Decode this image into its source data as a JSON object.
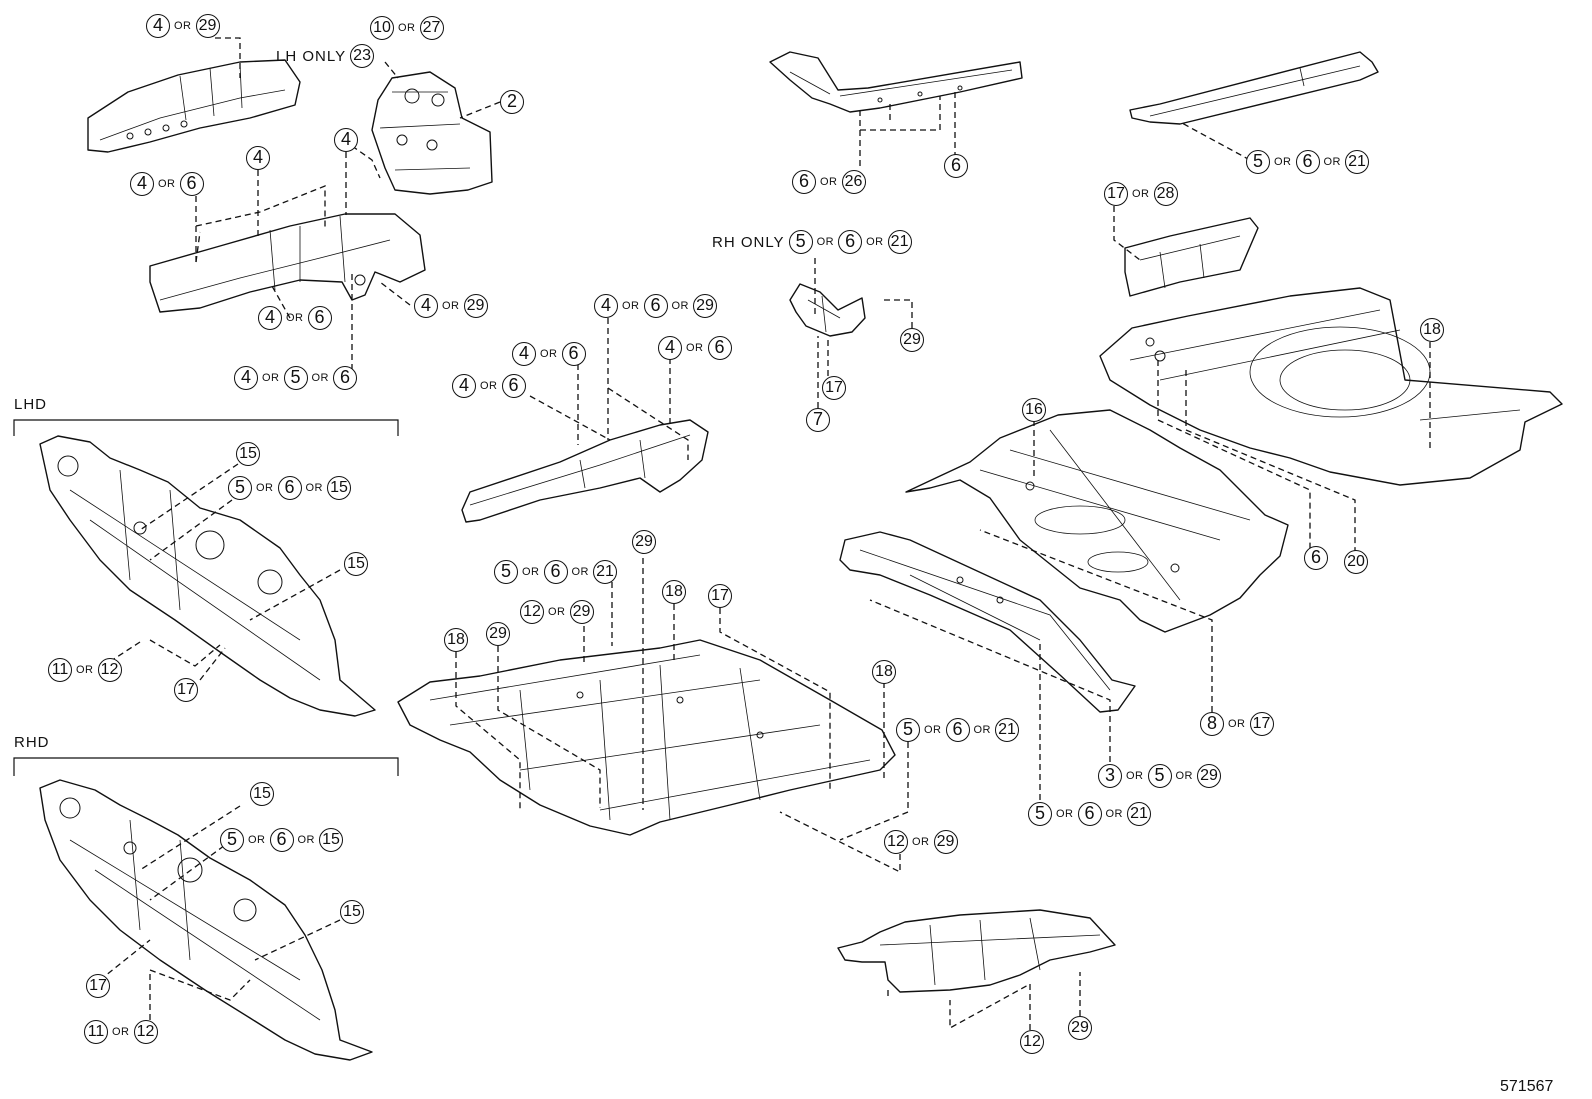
{
  "figure_id": "571567",
  "sections": {
    "lhd": "LHD",
    "rhd": "RHD"
  },
  "qualifiers": {
    "lh_only": "LH ONLY",
    "rh_only": "RH ONLY"
  },
  "or_word": "OR",
  "callouts": [
    {
      "id": "c1",
      "parts": [
        "4",
        "29"
      ]
    },
    {
      "id": "c2",
      "parts": [
        "10",
        "27"
      ]
    },
    {
      "id": "c3",
      "parts": [
        "23"
      ]
    },
    {
      "id": "c4",
      "parts": [
        "2"
      ]
    },
    {
      "id": "c5",
      "parts": [
        "4"
      ]
    },
    {
      "id": "c6",
      "parts": [
        "4"
      ]
    },
    {
      "id": "c7",
      "parts": [
        "4",
        "6"
      ]
    },
    {
      "id": "c8",
      "parts": [
        "4",
        "29"
      ]
    },
    {
      "id": "c9",
      "parts": [
        "4",
        "6"
      ]
    },
    {
      "id": "c10",
      "parts": [
        "4",
        "5",
        "6"
      ]
    },
    {
      "id": "c11",
      "parts": [
        "6",
        "26"
      ]
    },
    {
      "id": "c12",
      "parts": [
        "6"
      ]
    },
    {
      "id": "c13",
      "parts": [
        "5",
        "6",
        "21"
      ]
    },
    {
      "id": "c14",
      "parts": [
        "17",
        "28"
      ]
    },
    {
      "id": "c15",
      "parts": [
        "5",
        "6",
        "21"
      ]
    },
    {
      "id": "c16",
      "parts": [
        "29"
      ]
    },
    {
      "id": "c17",
      "parts": [
        "17"
      ]
    },
    {
      "id": "c18",
      "parts": [
        "7"
      ]
    },
    {
      "id": "c19",
      "parts": [
        "4",
        "6",
        "29"
      ]
    },
    {
      "id": "c20",
      "parts": [
        "4",
        "6"
      ]
    },
    {
      "id": "c21",
      "parts": [
        "4",
        "6"
      ]
    },
    {
      "id": "c22",
      "parts": [
        "4",
        "6"
      ]
    },
    {
      "id": "c23",
      "parts": [
        "18"
      ]
    },
    {
      "id": "c24",
      "parts": [
        "16"
      ]
    },
    {
      "id": "c25",
      "parts": [
        "6"
      ]
    },
    {
      "id": "c26",
      "parts": [
        "20"
      ]
    },
    {
      "id": "c27",
      "parts": [
        "15"
      ]
    },
    {
      "id": "c28",
      "parts": [
        "5",
        "6",
        "15"
      ]
    },
    {
      "id": "c29",
      "parts": [
        "15"
      ]
    },
    {
      "id": "c30",
      "parts": [
        "11",
        "12"
      ]
    },
    {
      "id": "c31",
      "parts": [
        "17"
      ]
    },
    {
      "id": "c32",
      "parts": [
        "29"
      ]
    },
    {
      "id": "c33",
      "parts": [
        "5",
        "6",
        "21"
      ]
    },
    {
      "id": "c34",
      "parts": [
        "12",
        "29"
      ]
    },
    {
      "id": "c35",
      "parts": [
        "18"
      ]
    },
    {
      "id": "c36",
      "parts": [
        "29"
      ]
    },
    {
      "id": "c37",
      "parts": [
        "18"
      ]
    },
    {
      "id": "c38",
      "parts": [
        "17"
      ]
    },
    {
      "id": "c39",
      "parts": [
        "18"
      ]
    },
    {
      "id": "c40",
      "parts": [
        "5",
        "6",
        "21"
      ]
    },
    {
      "id": "c41",
      "parts": [
        "12",
        "29"
      ]
    },
    {
      "id": "c42",
      "parts": [
        "8",
        "17"
      ]
    },
    {
      "id": "c43",
      "parts": [
        "3",
        "5",
        "29"
      ]
    },
    {
      "id": "c44",
      "parts": [
        "5",
        "6",
        "21"
      ]
    },
    {
      "id": "c45",
      "parts": [
        "15"
      ]
    },
    {
      "id": "c46",
      "parts": [
        "5",
        "6",
        "15"
      ]
    },
    {
      "id": "c47",
      "parts": [
        "15"
      ]
    },
    {
      "id": "c48",
      "parts": [
        "17"
      ]
    },
    {
      "id": "c49",
      "parts": [
        "11",
        "12"
      ]
    },
    {
      "id": "c50",
      "parts": [
        "12"
      ]
    },
    {
      "id": "c51",
      "parts": [
        "29"
      ]
    }
  ]
}
